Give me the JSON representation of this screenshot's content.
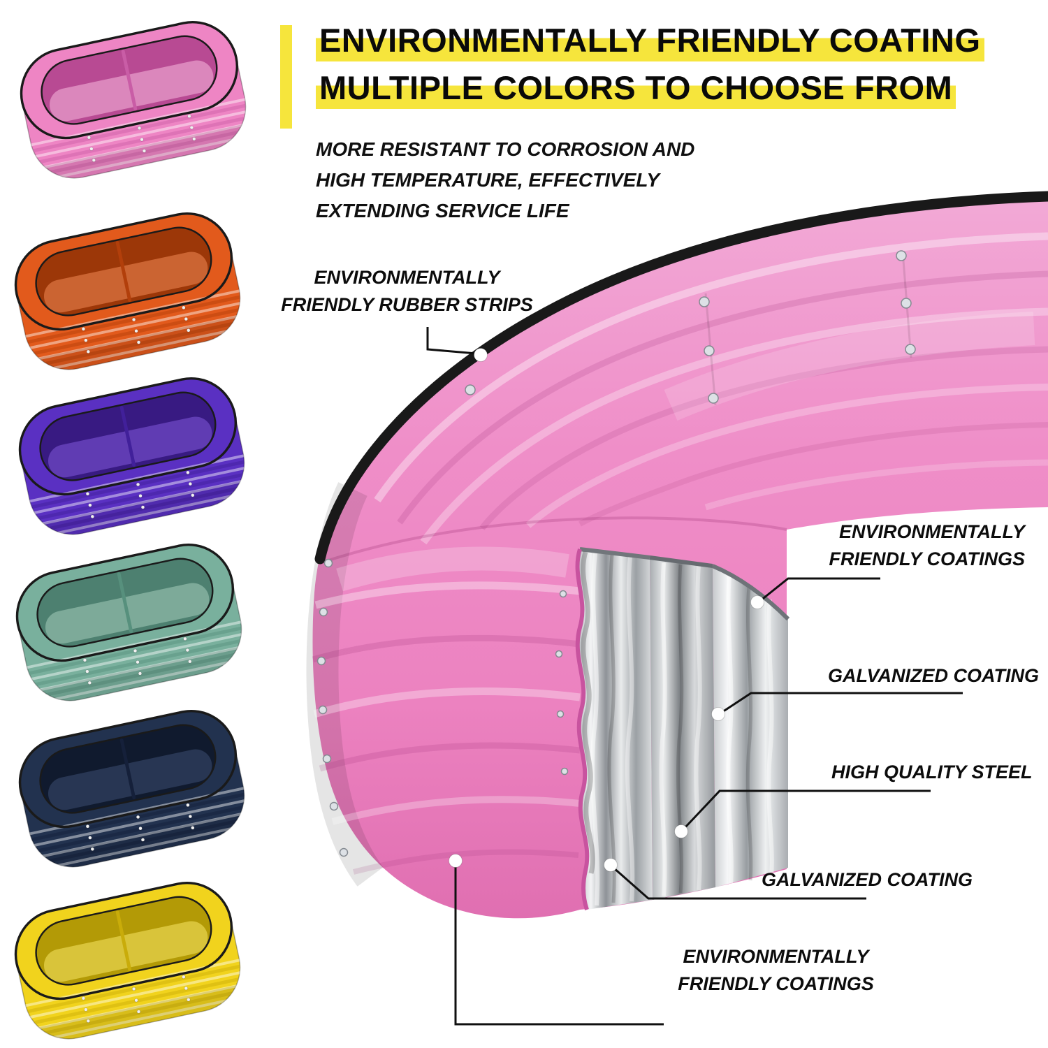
{
  "theme": {
    "accent": "#f6e53c",
    "ink": "#0b0b0b",
    "main_pink": "#ee89c5",
    "main_pink_dark": "#c8539f",
    "rubber": "#191919",
    "silver": "#b9bdc1",
    "callout_line": "#101010"
  },
  "header": {
    "title_line1": "ENVIRONMENTALLY FRIENDLY COATING",
    "title_line2": "MULTIPLE COLORS TO CHOOSE FROM",
    "subtitle_lines": [
      "MORE RESISTANT TO CORROSION AND",
      "HIGH TEMPERATURE, EFFECTIVELY",
      "EXTENDING SERVICE LIFE"
    ]
  },
  "callouts": {
    "rubber_strips": {
      "line1": "ENVIRONMENTALLY",
      "line2": "FRIENDLY RUBBER STRIPS"
    },
    "coatings_top": {
      "line1": "ENVIRONMENTALLY",
      "line2": "FRIENDLY COATINGS"
    },
    "galvanized_top": {
      "label": "GALVANIZED COATING"
    },
    "steel": {
      "label": "HIGH QUALITY STEEL"
    },
    "galvanized_bottom": {
      "label": "GALVANIZED COATING"
    },
    "coatings_bottom": {
      "line1": "ENVIRONMENTALLY",
      "line2": "FRIENDLY COATINGS"
    }
  },
  "bed_variants": [
    {
      "name": "pink",
      "body": "#ee85c4",
      "dark": "#c95da6",
      "light": "#f8b9de",
      "inner": "#b84a93"
    },
    {
      "name": "orange",
      "body": "#e25a1c",
      "dark": "#b23f0b",
      "light": "#f28a55",
      "inner": "#9c3708"
    },
    {
      "name": "purple",
      "body": "#5a30c2",
      "dark": "#41209a",
      "light": "#8159dd",
      "inner": "#381a82"
    },
    {
      "name": "green",
      "body": "#79b09d",
      "dark": "#57907d",
      "light": "#a5ccbc",
      "inner": "#4d8070"
    },
    {
      "name": "navy",
      "body": "#22324f",
      "dark": "#15203a",
      "light": "#3c4f73",
      "inner": "#101a2e"
    },
    {
      "name": "yellow",
      "body": "#f1d31d",
      "dark": "#c9ac0a",
      "light": "#f8e766",
      "inner": "#b39a06"
    }
  ]
}
